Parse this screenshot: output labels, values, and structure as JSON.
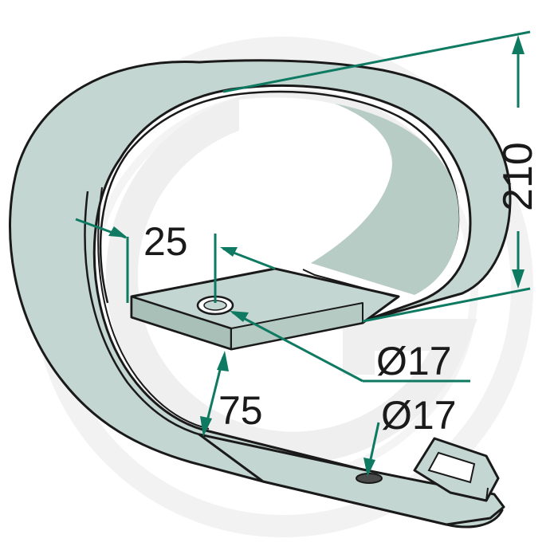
{
  "diagram": {
    "colors": {
      "part_fill": "#c4d6d1",
      "part_fill_dark": "#b2c8c2",
      "outline": "#1a1a1a",
      "dimension_line": "#0e7a62",
      "watermark": "#f1f1f1"
    },
    "dimensions": {
      "width_label": "25",
      "spacing_label": "75",
      "height_label": "210",
      "hole_top_label": "Ø17",
      "hole_bottom_label": "Ø17"
    },
    "watermark": {
      "type": "logo-letter",
      "shape": "circular-G"
    }
  }
}
